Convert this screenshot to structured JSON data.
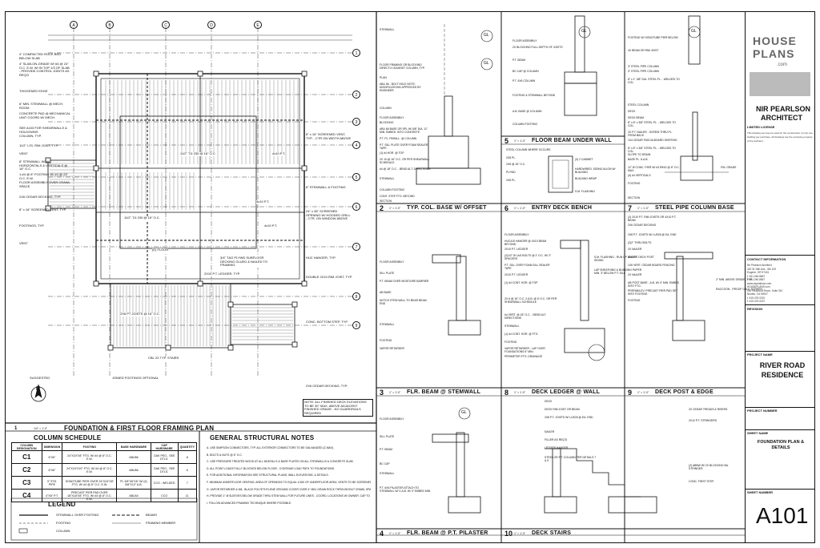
{
  "plan": {
    "grid_cols": [
      "A",
      "B",
      "C",
      "D",
      "E"
    ],
    "grid_rows": [
      "1",
      "2",
      "3",
      "4",
      "5",
      "6",
      "7",
      "8",
      "9"
    ],
    "callouts_left": [
      "4\" COMPACTED ROCK BED BELOW SLAB",
      "4\" SLAB-ON-GRADE W/ #4 @ 24\" O.C. E.W. W/ IN TOP 1/3 OF SLAB - PROVIDE CONTROL JOINTS AS REQ'D",
      "THICKENED EDGE",
      "6\" MIN. STEMWALL @ MECH. ROOM",
      "CONCRETE PAD @ MECHANICAL UNIT COORD W/ MECH.",
      "SEE A103 FOR SHEARWALLS & HOLDOWNS",
      "COLUMN, TYP.",
      "11/2\" I.JS. RIM JOIST, TYP.",
      "VENT",
      "8\" STEMWALL W/ #4 HORIZONTALS & VERTICALS @ 16\" O.C.",
      "1-#4 @ 8\" FOOTING W/ #4 @ 24\" O.C. E.W.",
      "FLOOR ASSEMBLY OVER CRAWL SPACE",
      "2X6 CEDAR DECKING, TYP.",
      "8\" x 16\" SCREENED VENT, TYP.",
      "FOOTINGS, TYP.",
      "VENT",
      "SUGGESTED"
    ],
    "callouts_right": [
      "8\" x 16\" SCREENED VENT, TYP. - CTR ON WIDTH ABOVE",
      "8\" STEMWALL & FOOTING",
      "24\" x 36\" SCREENED OPENING W/ HOODED GRILL - CTR. ON WINDOW ABOVE",
      "HUC HANGER, TYP.",
      "DOUBLE 2X10 RIM JOIST, TYP.",
      "CONC. BOTTOM STEP, TYP.",
      "2X6 CEDAR DECKING, TYP.",
      "NOTE: ALL FINISHED DECK ELEVATIONS TO BE 30\" MAX. ABOVE ADJACENT FINISHED GRADE - NO GUARDRAILS REQUIRED"
    ],
    "callouts_inner": [
      "11/2\" TJI 230 @ 16\" O.C.",
      "4x10 P.T.",
      "11/2\" TJI 230 @ 16\" O.C.",
      "(E) FLOOR",
      "3/4\" T&G PLYWD SUBFLOOR DECKING GLUED & NAILED TO FRAMING",
      "2X10 P.T. LEDGER, TYP.",
      "2X6 PT JOISTS @ 16\" O.C.",
      "CBL 2X TYP. STAIRS",
      "JOINED FOOTINGS OPTIONAL",
      "4x10 P.T.",
      "4x10 P.T."
    ],
    "north_label": "N"
  },
  "sheet_title": {
    "number": "1",
    "scale": "1/4\" = 1'-0\"",
    "title": "FOUNDATION & FIRST FLOOR FRAMING PLAN"
  },
  "column_schedule": {
    "title": "COLUMN SCHEDULE",
    "headers": [
      "COLUMN DESIGNATION",
      "DIMENSION",
      "FOOTING",
      "BASE HARDWARE",
      "CAP HARDWARE",
      "QUANTITY"
    ],
    "rows": [
      [
        "C1",
        "6\"X6\"",
        "24\"X24\"X8\" FTG. W/ #4 @ 8\" O.C. E.W.",
        "ABU66",
        "OAK PEG - SEE DTLS.",
        "8"
      ],
      [
        "C2",
        "6\"X6\"",
        "24\"X24\"X10\" FTG. W/ #4 @ 8\" O.C. E.W.",
        "ABU66",
        "OAK PEG - SEE DTLS.",
        "6"
      ],
      [
        "C3",
        "3\" STD. PIPE",
        "SONOTUBE PIER OVER 24\"X24\"X8\" FTG. W/ #4 @ 8\" O.C. E.W.",
        "PL 3/8\"X6\"X6\" W/ (4) 5/8\"X12\" A.B.",
        "CCO - WELDED",
        "7"
      ],
      [
        "C4",
        "4\"X6\" P.T.",
        "PRECAST PIER PAD OVER 18\"X18\"X8\" FTG. W/ #4 @ 8\" O.C. E.W.",
        "ABU44",
        "CCO",
        "11"
      ]
    ]
  },
  "legend": {
    "title": "LEGEND",
    "items": [
      "STEMWALL OVER FOOTING",
      "FOOTING",
      "COLUMN",
      "BEAMS",
      "FRAMING MEMBER"
    ]
  },
  "notes": {
    "title": "GENERAL STRUCTURAL NOTES",
    "items": [
      "A. USE SIMPSON CONNECTORS, TYP. ALL EXTERIOR CONNECTORS TO BE GALVANIZED (Z-MAX).",
      "B. BOLTS & NUTS @ 6\" O.C.",
      "C. USE PRESSURE TREATED WOOD AT ALL MUDSILLS & BASE PLATES ON ALL STEMWALLS & CONCRETE SLAB.",
      "D. ALL POINT LOADS FULLY BLOCKED BELOW FLOOR - CONTINUE LOAD PATH TO FOUNDATIONS.",
      "E. FOR ADDITIONAL INFORMATION SEE STRUCTURAL PLANS, WALL ELEVATIONS, & DETAILS.",
      "F. MINIMUM UNDERFLOOR VENTING: AREA OF OPENINGS TO EQUAL 1/150 OF UNDERFLOOR AREA. VENTS TO BE SCREENED W/ 1/4\" CORROSION-RESISTANT MESH.",
      "G. VAPOR RETARDER & MIL. BLACK POLYETHYLENE GROUND COVER OVER 4\" MIN. DRAIN ROCK THROUGHOUT CRAWL SPACE. LAP 12\" AT JOINTS, OVER FOOTINGS.",
      "H. PROVIDE 1\" Ø SLEEVES BELOW GRADE THRU STEM WALL FOR FUTURE LINES - COORD. LOCATIONS W/ OWNER. CAP TO PREVENT PEST MOVEMENT.",
      "I. FOLLOW ADVANCED FRAMING TECHNIQUE WHERE POSSIBLE."
    ]
  },
  "details": [
    {
      "num": "2",
      "scale": "1\" = 1'-0\"",
      "title": "TYP. COL. BASE W/ OFFSET",
      "labels": [
        "STEMWALL",
        "FLOOR FRAMING OR BLOCKING DIRECTLY AGAINST COLUMN, TYP.",
        "PLAN",
        "ABU 66 - BOLT HOLE NOTE: MODIFICATIONS APPROVED BY ENGINEER",
        "COLUMN",
        "FLOOR ASSEMBLY",
        "BLOCKING",
        "ABU 66 BASE OR SPL W/ 5/8\" DIA. 11\" MIN. EMBED. INTO CONCRETE",
        "P.T. PL. PARALL. @ COLUMN",
        "P.T. SILL PLATE OVER FOAM SEALER TAPE",
        "(1) #4 HOR. @ TOP",
        "2X 10 @ 16\" O.C. OR PER SHEARWALL SCHEDULE",
        "#4 @ 18\" O.C. - BEND ALT. DIRECTIONS",
        "STEMWALL",
        "COLUMN FOOTING",
        "CONT. STEP FTG. BEYOND",
        "SECTION"
      ]
    },
    {
      "num": "3",
      "scale": "1\" = 1'-0\"",
      "title": "FLR. BEAM @ STEMWALL",
      "labels": [
        "FLOOR ASSEMBLY",
        "SILL PLATE",
        "P.T. BEAM OVER MOISTURE BARRIER",
        "AB BASE",
        "NOTCH STEM WALL TO BEAR BEAM END",
        "STEMWALL",
        "FOOTING",
        "VAPOR RETARDER"
      ]
    },
    {
      "num": "4",
      "scale": "1\" = 1'-0\"",
      "title": "FLR. BEAM @ P.T. PILASTER",
      "labels": [
        "FLOOR ASSEMBLY",
        "SILL PLATE",
        "P.T. BEAM",
        "BC CAP",
        "STEMWALL",
        "P.T. 6X6 PILASTER ATTACH TO STEMWALL W/ 2-A.B. W/ 3\" EMBED MIN."
      ]
    },
    {
      "num": "5",
      "scale": "1\" = 1'-0\"",
      "title": "FLOOR BEAM UNDER WALL",
      "labels": [
        "FLOOR ASSEMBLY",
        "2X BLOCKING FULL DEPTH OF JOISTS",
        "P.T. BEAM",
        "BC CAP @ COLUMN",
        "P.T. 4X6 COLUMN",
        "FOOTING & STEMWALL BEYOND",
        "A.B. BASE @ COLUMN",
        "COLUMN FOOTING"
      ]
    },
    {
      "num": "6",
      "scale": "1\" = 1'-0\"",
      "title": "ENTRY DECK BENCH",
      "labels": [
        "STEEL COLUMN WHERE OCCURS",
        "2X8 PL.",
        "2X8 @ 16\" O.C.",
        "PLYWD",
        "2X8 PL.",
        "(3) 2 CABINET",
        "HARDWIRED, SIDING ALIGN W/ BUILDING",
        "BUILDING WRAP",
        "S.M. FLASHING"
      ]
    },
    {
      "num": "7",
      "scale": "1\" = 1'-0\"",
      "title": "STEEL PIPE COLUMN BASE",
      "labels": [
        "FOOTING W/ SONOTUBE PIER BELOW",
        "4X BEAM OR RIM JOIST",
        "3\" STEEL PIPE COLUMN",
        "3\" STEEL PIPE COLUMN",
        "8\" x 1\" 3/8\" DIA. STEEL PL. - WELDED TO COL.",
        "STEEL COLUMN",
        "DECK",
        "DECK BEAM",
        "8\" x 8\" x 3/8\" STEEL PL. - WELDED TO COL.",
        "2X P.T. NAILER - SCREW THRU PL. FROM BACK",
        "1X4 CEDAR FASCIA BOARD SKIRTING",
        "8\" x 8\" x 3/8\" STEEL PL. - WELDED TO COL.",
        "SLOPE TO DRAIN",
        "BASE PL. & A.B.",
        "12\" Ø CONC. PIER W/ #3 RING @ 8\" O.C. MAX.",
        "(4) #4 VERTICALS",
        "FOOTING",
        "FIN. GRADE",
        "SECTION"
      ]
    },
    {
      "num": "8",
      "scale": "1\" = 1'-0\"",
      "title": "DECK LEDGER @ WALL",
      "labels": [
        "FLOOR ASSEMBLY",
        "HUC410 HANGER @ 4X10 BEAM BEYOND",
        "2X10 P.T. LEDGER",
        "(2)1/2\" Ø LAG BOLTS @ 2' O.C. W/ 2\" SPACERS",
        "P.T. SILL OVER FOAM SILL SEALER TAPE",
        "2X10 P.T. LEDGER",
        "(1) #4 CONT. HOR. @ TOP",
        "2X 6 @ 16\" O.C. 2-A.B. @ 6' O.C. OR PER SHEARWALL SCHEDULE",
        "#4 VERT. @ 18\" O.C. - BEND ALT. DIRECTIONS",
        "STEMWALL",
        "(1) #4 CONT. HOR. @ FTG.",
        "FOOTING",
        "VAPOR RETARDER - LAP OVER FOUNDATIONS 6\" MIN.",
        "PERIMETER FTG. DRAINAGE",
        "S.M. FLASHING - RUN UP UNDER SIDING",
        "LAP SHEATHING & BUILDING PAPER MIN. 3\" BELOW P.T. SILL"
      ]
    },
    {
      "num": "9",
      "scale": "1\" = 1'-0\"",
      "title": "DECK POST & EDGE",
      "labels": [
        "(2) 2X10 P.T. RIM JOISTS OR 4X10 P.T. BEAM",
        "2X6 CEDAR DECKING",
        "2X8 P.T. JOISTS W/ LUS26 @ EA. END",
        "(2)2\" THRU BOLTS",
        "2X NAILER",
        "4X4 P.T. DECK POST",
        "1X6 VERT. CEDAR BOARD FENCING",
        "2X NAILER",
        "AB POST BASE - A.B. W/ 4\" MIN. EMBED INTO FTG.",
        "PREFAB/LEV. PRECAST PIER PAD SET INTO FOOTING",
        "FOOTING",
        "2\" MIN. ABOVE GRADE, TYP.",
        "RACCOON - PROOF GALV. SCREEN"
      ]
    },
    {
      "num": "10",
      "scale": "1\" = 1'-0\"",
      "title": "DECK STAIRS",
      "labels": [
        "DECK",
        "DECK RIM JOIST OR BEAM",
        "2X8 P.T. JOISTS W/ LUS26 @ EA. END",
        "NAILER",
        "FILLER AS REQ'D",
        "LEDGER HANGER",
        "STEEL OR P.T. COLUMN PER DETAILS 7 & 9",
        "2X CEDAR TREADS & RISERS",
        "2X12 P.T. STRINGERS",
        "(2) ABBW W/ 2X BLOCKING BA. STRINGER",
        "CONC. FIRST STEP"
      ]
    }
  ],
  "title_block": {
    "logo_line1": "HOUSE",
    "logo_line2": "PLANS",
    "logo_line3": ".com",
    "watermark": "RIVER ROAD RESIDENCE",
    "architect_line1": "NIR PEARLSON",
    "architect_line2": "ARCHITECT",
    "license_title": "LIMITED LICENSE",
    "license_text": "This drawing set may be used for the construction of only one building per purchase. All drawings are the exclusive property of the architect.",
    "contact_title": "CONTACT INFORMATION",
    "contact_lines": [
      "Nir Pearlson Architect",
      "420 W 15th Ave., Ste 100",
      "Eugene, OR 97401",
      "t: 541.246.8667",
      "f: 541.246.8667",
      "www.nirpearlson.com",
      "HOUSEPLANS.com",
      "950 Redwood Shore, Suite 310",
      "Novato, CA 94947",
      "t: 415.475.0210",
      "f: 415.475.0237"
    ],
    "revision_label": "REVISION",
    "project_name_label": "PROJECT NAME",
    "project_name": "RIVER ROAD RESIDENCE",
    "project_number_label": "PROJECT NUMBER",
    "sheet_name_label": "SHEET NAME",
    "sheet_name": "FOUNDATION PLAN & DETAILS",
    "sheet_number_label": "SHEET NUMBER",
    "sheet_number": "A101",
    "gl_label": "GL"
  }
}
